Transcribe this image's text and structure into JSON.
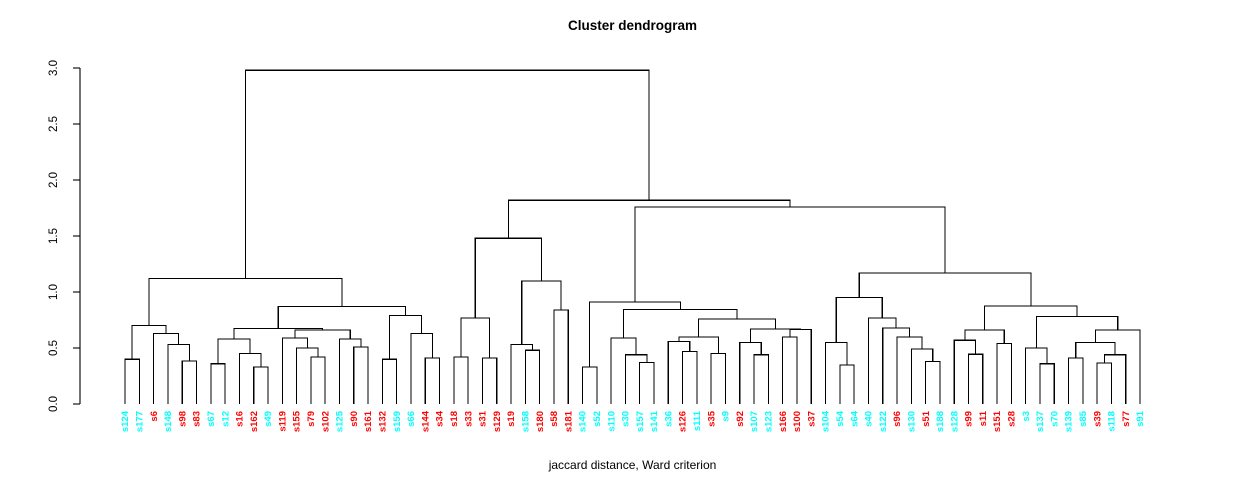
{
  "title": "Cluster dendrogram",
  "xlabel": "jaccard distance, Ward criterion",
  "palette": {
    "red": "#FF0000",
    "cyan": "#00FFFF",
    "line": "#000000"
  },
  "chart_data": {
    "type": "dendrogram",
    "title": "Cluster dendrogram",
    "xlabel": "jaccard distance, Ward criterion",
    "ylim": [
      0,
      3
    ],
    "yticks": [
      "0.0",
      "0.5",
      "1.0",
      "1.5",
      "2.0",
      "2.5",
      "3.0"
    ],
    "grid": false,
    "leaves": [
      {
        "label": "s124",
        "color": "cyan"
      },
      {
        "label": "s177",
        "color": "cyan"
      },
      {
        "label": "s6",
        "color": "red"
      },
      {
        "label": "s148",
        "color": "cyan"
      },
      {
        "label": "s98",
        "color": "red"
      },
      {
        "label": "s83",
        "color": "red"
      },
      {
        "label": "s67",
        "color": "cyan"
      },
      {
        "label": "s12",
        "color": "cyan"
      },
      {
        "label": "s16",
        "color": "red"
      },
      {
        "label": "s162",
        "color": "red"
      },
      {
        "label": "s49",
        "color": "cyan"
      },
      {
        "label": "s119",
        "color": "red"
      },
      {
        "label": "s155",
        "color": "red"
      },
      {
        "label": "s79",
        "color": "red"
      },
      {
        "label": "s102",
        "color": "red"
      },
      {
        "label": "s125",
        "color": "cyan"
      },
      {
        "label": "s90",
        "color": "red"
      },
      {
        "label": "s161",
        "color": "red"
      },
      {
        "label": "s132",
        "color": "red"
      },
      {
        "label": "s159",
        "color": "cyan"
      },
      {
        "label": "s66",
        "color": "cyan"
      },
      {
        "label": "s144",
        "color": "red"
      },
      {
        "label": "s34",
        "color": "red"
      },
      {
        "label": "s18",
        "color": "red"
      },
      {
        "label": "s33",
        "color": "red"
      },
      {
        "label": "s31",
        "color": "red"
      },
      {
        "label": "s129",
        "color": "red"
      },
      {
        "label": "s19",
        "color": "red"
      },
      {
        "label": "s158",
        "color": "cyan"
      },
      {
        "label": "s180",
        "color": "red"
      },
      {
        "label": "s58",
        "color": "red"
      },
      {
        "label": "s181",
        "color": "red"
      },
      {
        "label": "s140",
        "color": "cyan"
      },
      {
        "label": "s52",
        "color": "cyan"
      },
      {
        "label": "s110",
        "color": "cyan"
      },
      {
        "label": "s30",
        "color": "cyan"
      },
      {
        "label": "s157",
        "color": "cyan"
      },
      {
        "label": "s141",
        "color": "cyan"
      },
      {
        "label": "s36",
        "color": "cyan"
      },
      {
        "label": "s126",
        "color": "red"
      },
      {
        "label": "s111",
        "color": "cyan"
      },
      {
        "label": "s35",
        "color": "red"
      },
      {
        "label": "s9",
        "color": "cyan"
      },
      {
        "label": "s92",
        "color": "red"
      },
      {
        "label": "s107",
        "color": "cyan"
      },
      {
        "label": "s123",
        "color": "cyan"
      },
      {
        "label": "s166",
        "color": "red"
      },
      {
        "label": "s100",
        "color": "red"
      },
      {
        "label": "s37",
        "color": "red"
      },
      {
        "label": "s104",
        "color": "cyan"
      },
      {
        "label": "s54",
        "color": "cyan"
      },
      {
        "label": "s64",
        "color": "cyan"
      },
      {
        "label": "s40",
        "color": "cyan"
      },
      {
        "label": "s122",
        "color": "cyan"
      },
      {
        "label": "s96",
        "color": "red"
      },
      {
        "label": "s130",
        "color": "cyan"
      },
      {
        "label": "s51",
        "color": "red"
      },
      {
        "label": "s188",
        "color": "cyan"
      },
      {
        "label": "s128",
        "color": "cyan"
      },
      {
        "label": "s99",
        "color": "red"
      },
      {
        "label": "s11",
        "color": "red"
      },
      {
        "label": "s151",
        "color": "red"
      },
      {
        "label": "s28",
        "color": "red"
      },
      {
        "label": "s3",
        "color": "cyan"
      },
      {
        "label": "s137",
        "color": "cyan"
      },
      {
        "label": "s70",
        "color": "cyan"
      },
      {
        "label": "s139",
        "color": "cyan"
      },
      {
        "label": "s85",
        "color": "cyan"
      },
      {
        "label": "s39",
        "color": "red"
      },
      {
        "label": "s118",
        "color": "cyan"
      },
      {
        "label": "s77",
        "color": "red"
      },
      {
        "label": "s91",
        "color": "cyan"
      }
    ],
    "merge_tree": [
      2.98,
      [
        1.12,
        [
          0.7,
          [
            0.4,
            0,
            1
          ],
          [
            0.63,
            2,
            [
              0.53,
              3,
              [
                0.385,
                4,
                5
              ]
            ]
          ]
        ],
        [
          0.87,
          [
            0.675,
            [
              0.58,
              [
                0.36,
                6,
                7
              ],
              [
                0.45,
                8,
                [
                  0.33,
                  9,
                  10
                ]
              ]
            ],
            [
              0.66,
              [
                0.59,
                11,
                [
                  0.5,
                  12,
                  [
                    0.42,
                    13,
                    14
                  ]
                ]
              ],
              [
                0.58,
                15,
                [
                  0.51,
                  16,
                  17
                ]
              ]
            ]
          ],
          [
            0.79,
            [
              0.4,
              18,
              19
            ],
            [
              0.63,
              20,
              [
                0.41,
                21,
                22
              ]
            ]
          ]
        ]
      ],
      [
        1.82,
        [
          1.48,
          [
            0.77,
            [
              0.42,
              23,
              24
            ],
            [
              0.41,
              25,
              26
            ]
          ],
          [
            1.1,
            [
              0.53,
              27,
              [
                0.48,
                28,
                29
              ]
            ],
            [
              0.84,
              30,
              31
            ]
          ]
        ],
        [
          1.76,
          [
            0.91,
            [
              0.33,
              32,
              33
            ],
            [
              0.845,
              [
                0.59,
                34,
                [
                  0.44,
                  35,
                  [
                    0.37,
                    36,
                    37
                  ]
                ]
              ],
              [
                0.76,
                [
                  0.6,
                  [
                    0.56,
                    38,
                    [
                      0.47,
                      39,
                      40
                    ]
                  ],
                  [
                    0.45,
                    41,
                    42
                  ]
                ],
                [
                  0.67,
                  [
                    0.55,
                    43,
                    [
                      0.44,
                      44,
                      45
                    ]
                  ],
                  [
                    0.665,
                    [
                      0.6,
                      46,
                      47
                    ],
                    48
                  ]
                ]
              ]
            ]
          ],
          [
            1.17,
            [
              0.95,
              [
                0.55,
                49,
                [
                  0.35,
                  50,
                  51
                ]
              ],
              [
                0.77,
                52,
                [
                  0.68,
                  53,
                  [
                    0.6,
                    54,
                    [
                      0.49,
                      55,
                      [
                        0.38,
                        56,
                        57
                      ]
                    ]
                  ]
                ]
              ]
            ],
            [
              0.875,
              [
                0.66,
                [
                  0.57,
                  58,
                  [
                    0.445,
                    59,
                    60
                  ]
                ],
                [
                  0.54,
                  61,
                  62
                ]
              ],
              [
                0.78,
                [
                  0.5,
                  63,
                  [
                    0.36,
                    64,
                    65
                  ]
                ],
                [
                  0.66,
                  [
                    0.55,
                    [
                      0.41,
                      66,
                      67
                    ],
                    [
                      0.44,
                      [
                        0.365,
                        68,
                        69
                      ],
                      70
                    ]
                  ],
                  71
                ]
              ]
            ]
          ]
        ]
      ]
    ]
  }
}
